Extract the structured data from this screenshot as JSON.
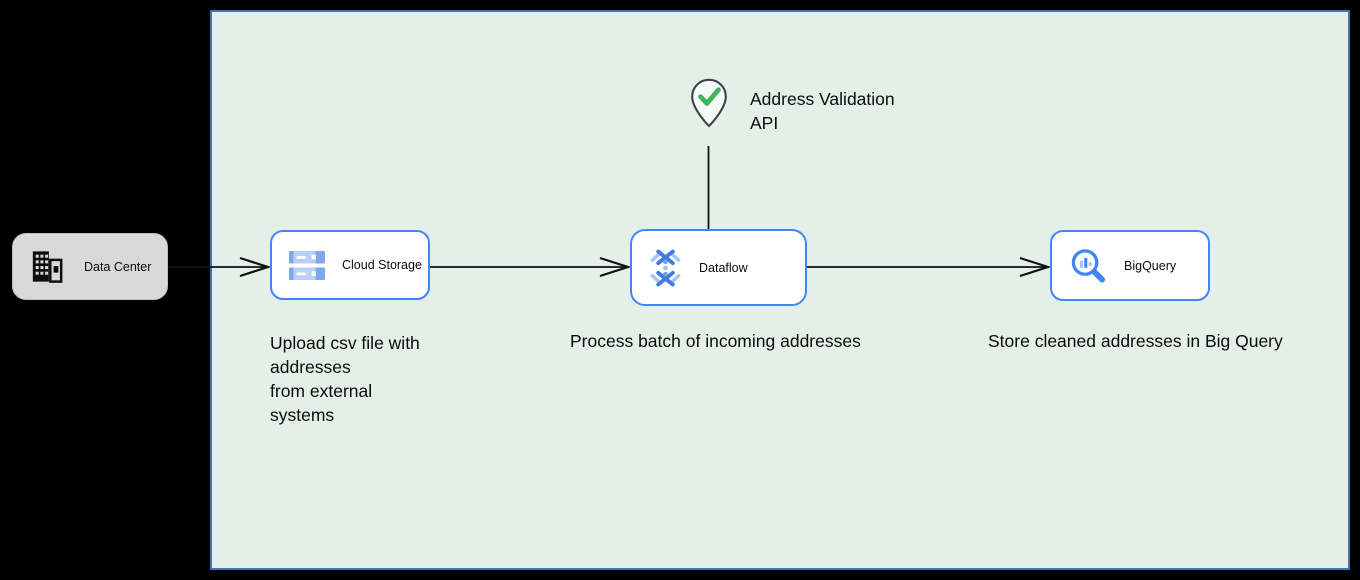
{
  "diagram": {
    "nodes": {
      "data_center": {
        "label": "Data Center",
        "icon": "building-icon"
      },
      "cloud_storage": {
        "label": "Cloud Storage",
        "icon": "cloud-storage-icon",
        "caption": "Upload csv file with\naddresses\nfrom external\nsystems"
      },
      "dataflow": {
        "label": "Dataflow",
        "icon": "dataflow-icon",
        "caption": "Process batch of incoming addresses"
      },
      "bigquery": {
        "label": "BigQuery",
        "icon": "bigquery-search-icon",
        "caption": "Store cleaned addresses in Big Query"
      }
    },
    "annotation": {
      "label": "Address Validation\nAPI",
      "icon": "map-pin-check-icon"
    },
    "edges": [
      {
        "from": "data_center",
        "to": "cloud_storage",
        "style": "open-arrow"
      },
      {
        "from": "cloud_storage",
        "to": "dataflow",
        "style": "open-arrow"
      },
      {
        "from": "dataflow",
        "to": "bigquery",
        "style": "open-arrow"
      },
      {
        "from": "address_validation_api",
        "to": "dataflow",
        "style": "plain-line"
      }
    ],
    "colors": {
      "page_background": "#000000",
      "canvas_fill": "#e3efe8",
      "canvas_border": "#3f76b0",
      "node_border_blue": "#4285f4",
      "data_center_fill": "#d9d9d9",
      "connector": "#111111",
      "check_green": "#41b45e"
    }
  }
}
